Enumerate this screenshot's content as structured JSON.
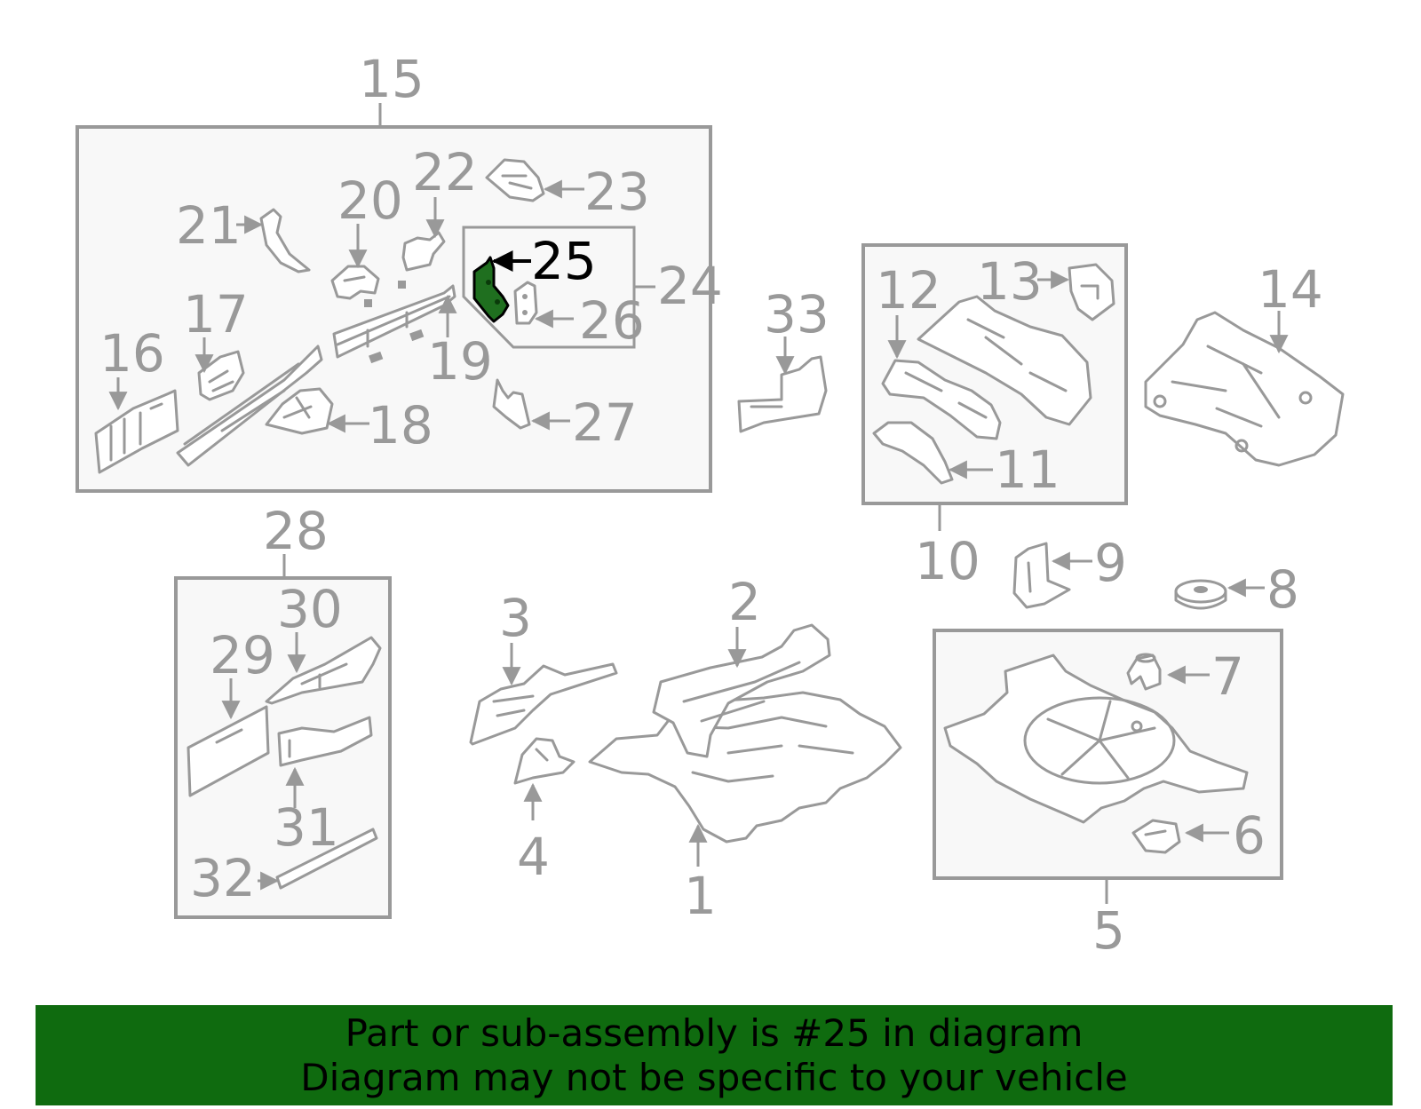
{
  "diagram": {
    "highlight_color": "#0f6b0f",
    "label_color": "#999999",
    "highlighted_callout": "25",
    "callouts": {
      "c1": "1",
      "c2": "2",
      "c3": "3",
      "c4": "4",
      "c5": "5",
      "c6": "6",
      "c7": "7",
      "c8": "8",
      "c9": "9",
      "c10": "10",
      "c11": "11",
      "c12": "12",
      "c13": "13",
      "c14": "14",
      "c15": "15",
      "c16": "16",
      "c17": "17",
      "c18": "18",
      "c19": "19",
      "c20": "20",
      "c21": "21",
      "c22": "22",
      "c23": "23",
      "c24": "24",
      "c25": "25",
      "c26": "26",
      "c27": "27",
      "c28": "28",
      "c29": "29",
      "c30": "30",
      "c31": "31",
      "c32": "32",
      "c33": "33"
    }
  },
  "banner": {
    "line1": "Part or sub-assembly is #25 in diagram",
    "line2": "Diagram may not be specific to your vehicle"
  }
}
